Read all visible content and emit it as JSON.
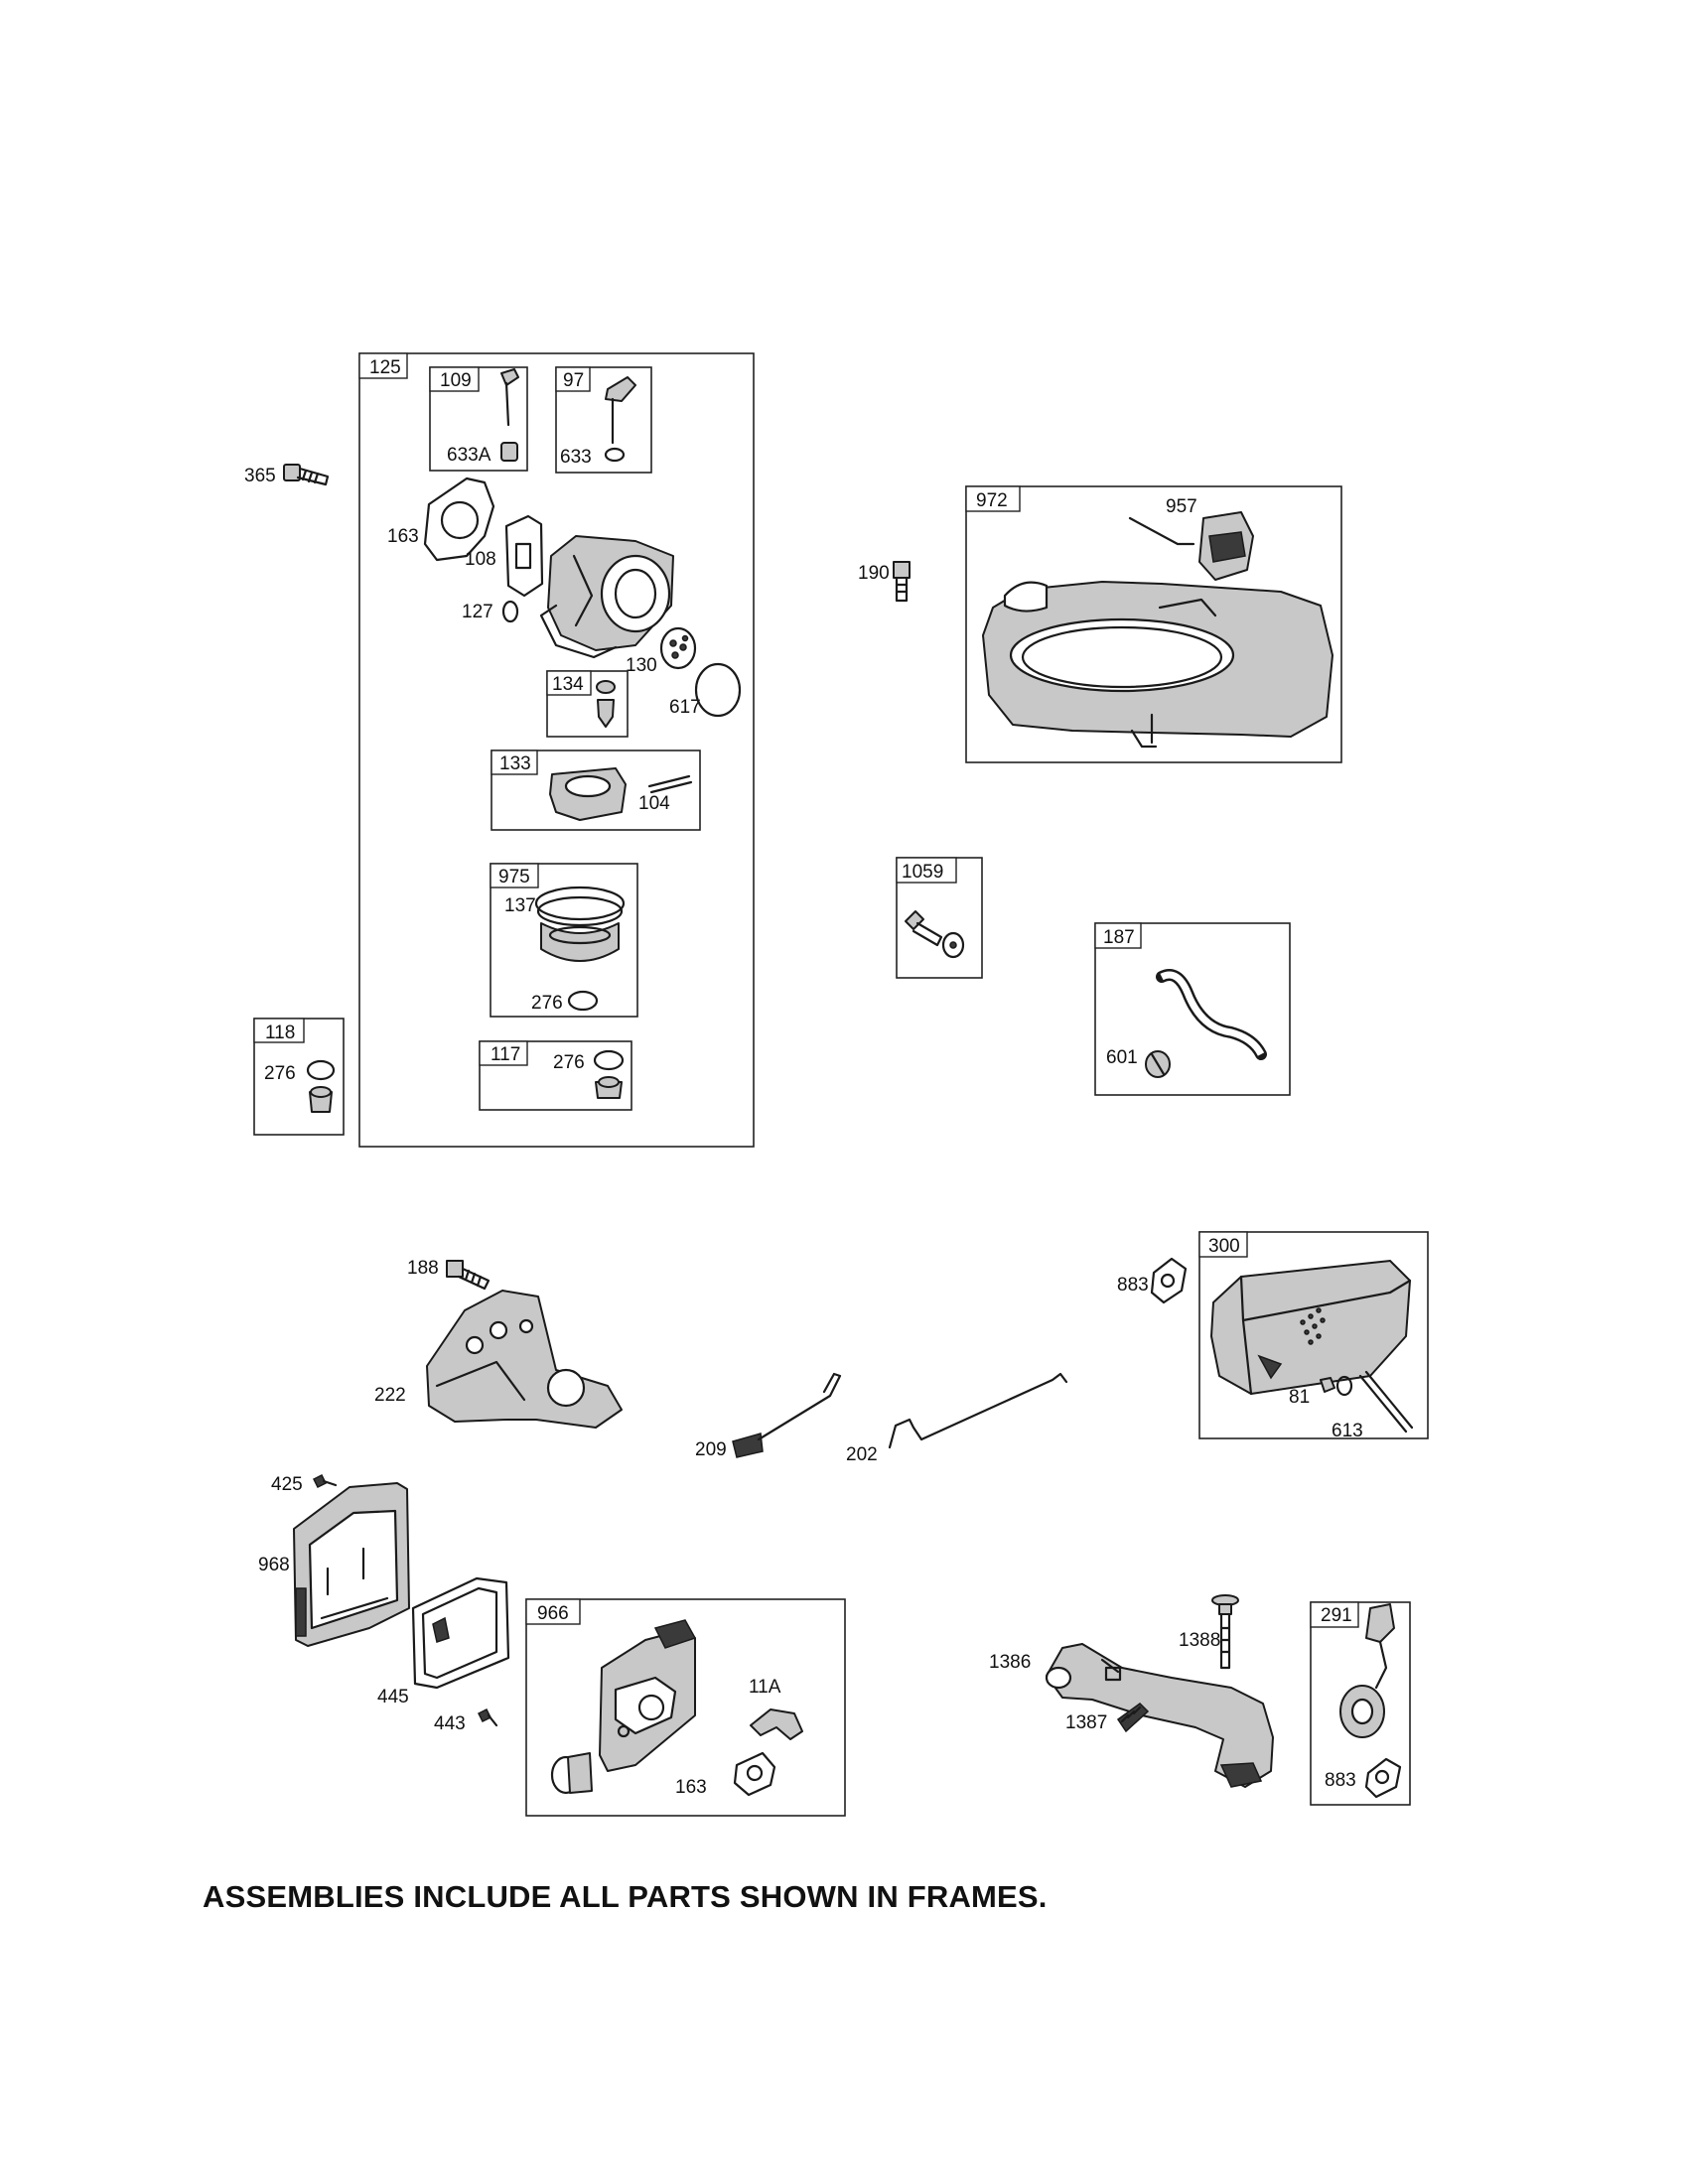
{
  "labels": {
    "l365": "365",
    "l125": "125",
    "l109": "109",
    "l97": "97",
    "l633a": "633A",
    "l633": "633",
    "l163a": "163",
    "l108": "108",
    "l127": "127",
    "l130": "130",
    "l617": "617",
    "l134": "134",
    "l133": "133",
    "l104": "104",
    "l975": "975",
    "l137": "137",
    "l276a": "276",
    "l117": "117",
    "l276b": "276",
    "l118": "118",
    "l276c": "276",
    "l190": "190",
    "l972": "972",
    "l957": "957",
    "l1059": "1059",
    "l187": "187",
    "l601": "601",
    "l188": "188",
    "l222": "222",
    "l209": "209",
    "l202": "202",
    "l883a": "883",
    "l300": "300",
    "l81": "81",
    "l613": "613",
    "l425": "425",
    "l968": "968",
    "l445": "445",
    "l443": "443",
    "l966": "966",
    "l11a": "11A",
    "l163b": "163",
    "l1386": "1386",
    "l1388": "1388",
    "l1387": "1387",
    "l291": "291",
    "l883b": "883"
  },
  "footer": "ASSEMBLIES INCLUDE ALL PARTS SHOWN IN FRAMES."
}
